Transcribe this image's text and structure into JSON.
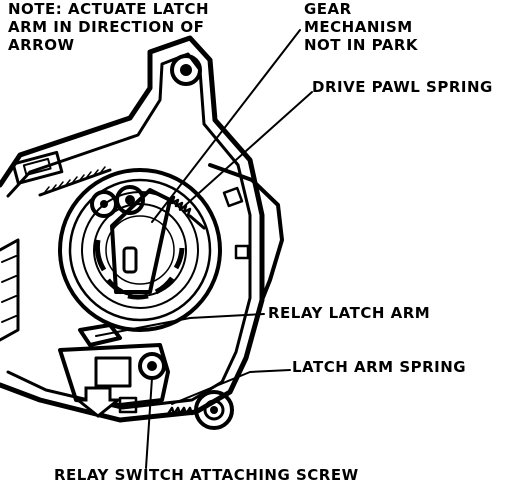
{
  "labels": {
    "note_line1": "NOTE: ACTUATE LATCH",
    "note_line2": "ARM IN DIRECTION OF",
    "note_line3": "ARROW",
    "gear_line1": "GEAR",
    "gear_line2": "MECHANISM",
    "gear_line3": "NOT IN PARK",
    "drive_pawl_spring": "DRIVE PAWL SPRING",
    "relay_latch_arm": "RELAY LATCH ARM",
    "latch_arm_spring": "LATCH ARM SPRING",
    "relay_switch_screw": "RELAY SWITCH ATTACHING SCREW"
  },
  "colors": {
    "ink": "#000000",
    "paper": "#ffffff"
  }
}
